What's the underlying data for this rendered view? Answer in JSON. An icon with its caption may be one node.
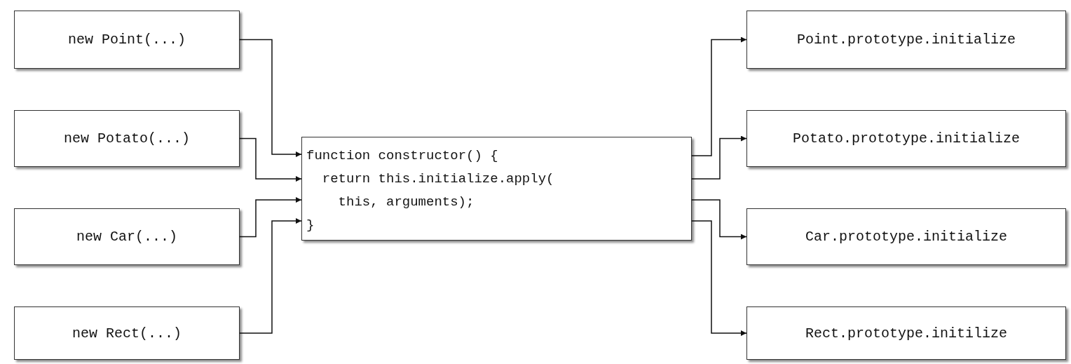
{
  "diagram": {
    "nodes": [
      {
        "text": [
          "new Point(...)"
        ]
      },
      {
        "text": [
          "new Potato(...)"
        ]
      },
      {
        "text": [
          "new Car(...)"
        ]
      },
      {
        "text": [
          "new Rect(...)"
        ]
      },
      {
        "text": [
          "function constructor() {",
          "return this.initialize.apply(",
          "this, arguments);",
          "}"
        ]
      },
      {
        "text": [
          "Point.prototype.initialize"
        ]
      },
      {
        "text": [
          "Potato.prototype.initialize"
        ]
      },
      {
        "text": [
          "Car.prototype.initialize"
        ]
      },
      {
        "text": [
          "Rect.prototype.initilize"
        ]
      }
    ],
    "edges": [
      {
        "from": 0,
        "to": 4,
        "arrow": "to"
      },
      {
        "from": 1,
        "to": 4,
        "arrow": "to"
      },
      {
        "from": 2,
        "to": 4,
        "arrow": "to"
      },
      {
        "from": 3,
        "to": 4,
        "arrow": "to"
      },
      {
        "from": 4,
        "to": 5,
        "arrow": "to"
      },
      {
        "from": 4,
        "to": 6,
        "arrow": "to"
      },
      {
        "from": 4,
        "to": 7,
        "arrow": "to"
      },
      {
        "from": 4,
        "to": 8,
        "arrow": "to"
      }
    ]
  }
}
